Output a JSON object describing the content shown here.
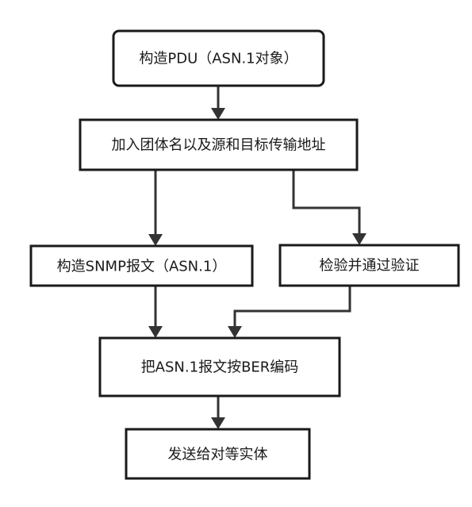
{
  "nodes": {
    "construct_pdu": "构造PDU（ASN.1对象）",
    "add_community": "加入团体名以及源和目标传输地址",
    "construct_snmp": "构造SNMP报文（ASN.1）",
    "verify_auth": "检验并通过验证",
    "ber_encode": "把ASN.1报文按BER编码",
    "send_peer": "发送给对等实体"
  }
}
